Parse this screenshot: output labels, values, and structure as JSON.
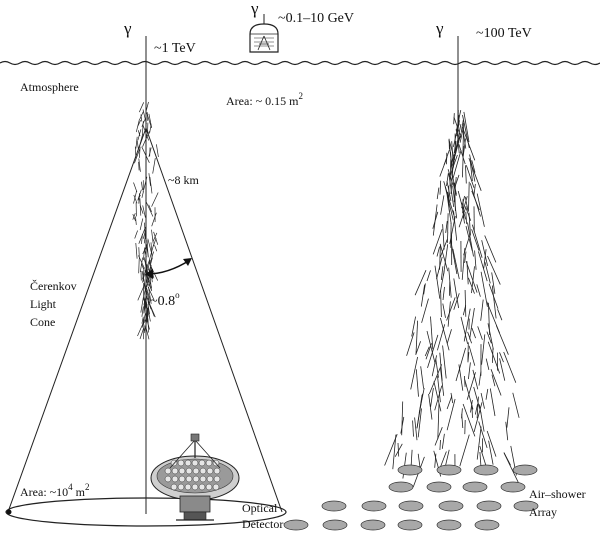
{
  "diagram": {
    "left_gamma": {
      "symbol": "γ",
      "energy": "~1 TeV"
    },
    "satellite_gamma": {
      "symbol": "γ",
      "energy": "~0.1–10 GeV",
      "area_prefix": "Area: ~ 0.15 m",
      "area_sup": "2"
    },
    "right_gamma": {
      "symbol": "γ",
      "energy": "~100 TeV"
    },
    "atmosphere_label": "Atmosphere",
    "height_label": "~8 km",
    "angle_label": "~0.8",
    "angle_sup": "o",
    "cone_label": [
      "Čerenkov",
      "Light",
      "Cone"
    ],
    "ground_area_prefix": "Area: ~10",
    "ground_area_sup": "4",
    "ground_area_unit": " m",
    "ground_area_unit_sup": "2",
    "optical_label": [
      "Optical",
      "Detector"
    ],
    "array_label": [
      "Air–shower",
      "Array"
    ]
  }
}
